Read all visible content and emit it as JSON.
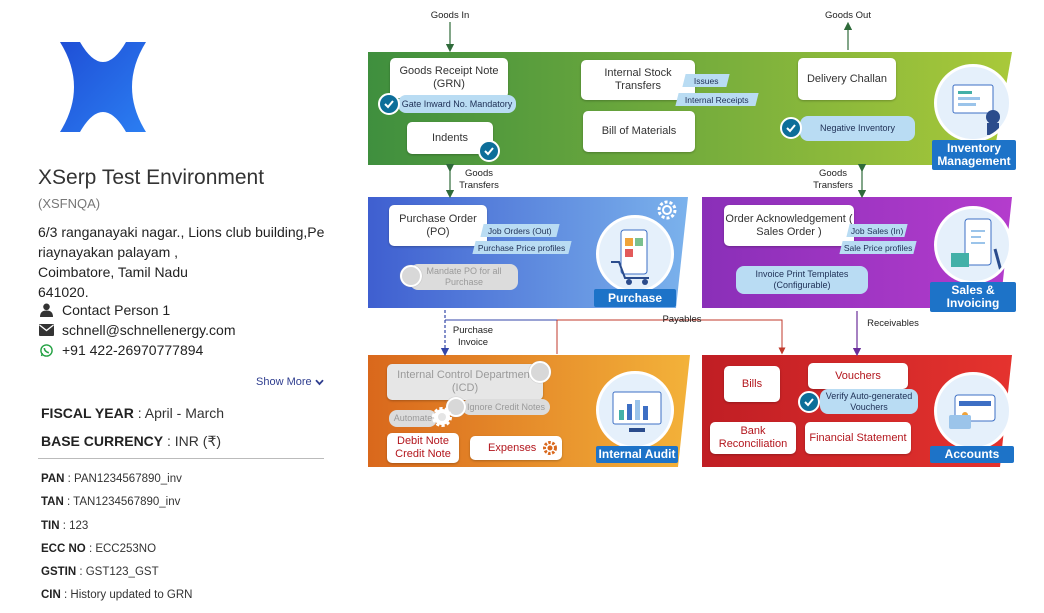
{
  "company": {
    "name": "XSerp Test Environment",
    "code": "(XSFNQA)",
    "address": "6/3 ranganayaki nagar., Lions club building,Periaynayakan palayam ,",
    "city_state": "Coimbatore, Tamil Nadu",
    "pincode": "641020.",
    "contact_person": "Contact Person 1",
    "email": "schnell@schnellenergy.com",
    "phone": "+91 422-26970777894",
    "show_more": "Show More"
  },
  "fiscal": {
    "year_label": "FISCAL YEAR",
    "year_value": ": April - March",
    "currency_label": "BASE CURRENCY",
    "currency_value": ": INR (₹)"
  },
  "ids": [
    {
      "label": "PAN",
      "value": ": PAN1234567890_inv"
    },
    {
      "label": "TAN",
      "value": ": TAN1234567890_inv"
    },
    {
      "label": "TIN",
      "value": ": 123"
    },
    {
      "label": "ECC NO",
      "value": ": ECC253NO"
    },
    {
      "label": "GSTIN",
      "value": ": GST123_GST"
    },
    {
      "label": "CIN",
      "value": ": History updated to GRN"
    }
  ],
  "flow": {
    "goods_in": "Goods In",
    "goods_out": "Goods Out",
    "goods_transfers": "Goods Transfers",
    "purchase_invoice": "Purchase Invoice",
    "payables": "Payables",
    "receivables": "Receivables",
    "inventory": {
      "badge": "Inventory Management",
      "grn": "Goods Receipt Note (GRN)",
      "gate_inward": "Gate Inward No. Mandatory",
      "indents": "Indents",
      "internal_stock": "Internal Stock Transfers",
      "issues": "Issues",
      "internal_receipts": "Internal Receipts",
      "bom": "Bill of Materials",
      "delivery_challan": "Delivery Challan",
      "negative_inventory": "Negative  Inventory"
    },
    "purchase": {
      "badge": "Purchase",
      "po": "Purchase Order (PO)",
      "job_orders": "Job Orders (Out)",
      "price_profiles": "Purchase Price  profiles",
      "mandate_po": "Mandate PO for all Purchase"
    },
    "sales": {
      "badge": "Sales & Invoicing",
      "order_ack": "Order Acknowledgement ( Sales Order )",
      "job_sales": "Job Sales (In)",
      "sale_price": "Sale Price  profiles",
      "invoice_templates": "Invoice Print Templates (Configurable)"
    },
    "audit": {
      "badge": "Internal Audit",
      "icd": "Internal Control Department (ICD)",
      "ignore_credit": "Ignore Credit Notes",
      "automate": "Automate",
      "debit_credit": "Debit Note Credit Note",
      "expenses": "Expenses"
    },
    "accounts": {
      "badge": "Accounts",
      "bills": "Bills",
      "vouchers": "Vouchers",
      "verify_auto": "Verify Auto-generated Vouchers",
      "bank_recon": "Bank Reconciliation",
      "financial_statement": "Financial Statement"
    }
  }
}
